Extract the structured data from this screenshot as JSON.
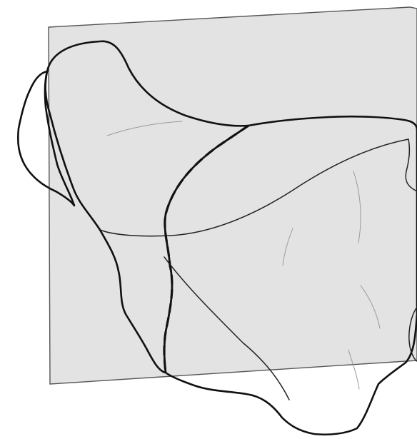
{
  "figure": {
    "colors": {
      "background": "#ffffff",
      "cutting_plane": "#e3e3e3",
      "plane_edge": "#555555",
      "cut_section": "#cccccc",
      "bone_surface": "#ffffff",
      "outline": "#111111"
    },
    "elements": [
      "cutting-plane",
      "sectioned-bone-region",
      "bone-body",
      "dashed-section-boundary"
    ]
  }
}
